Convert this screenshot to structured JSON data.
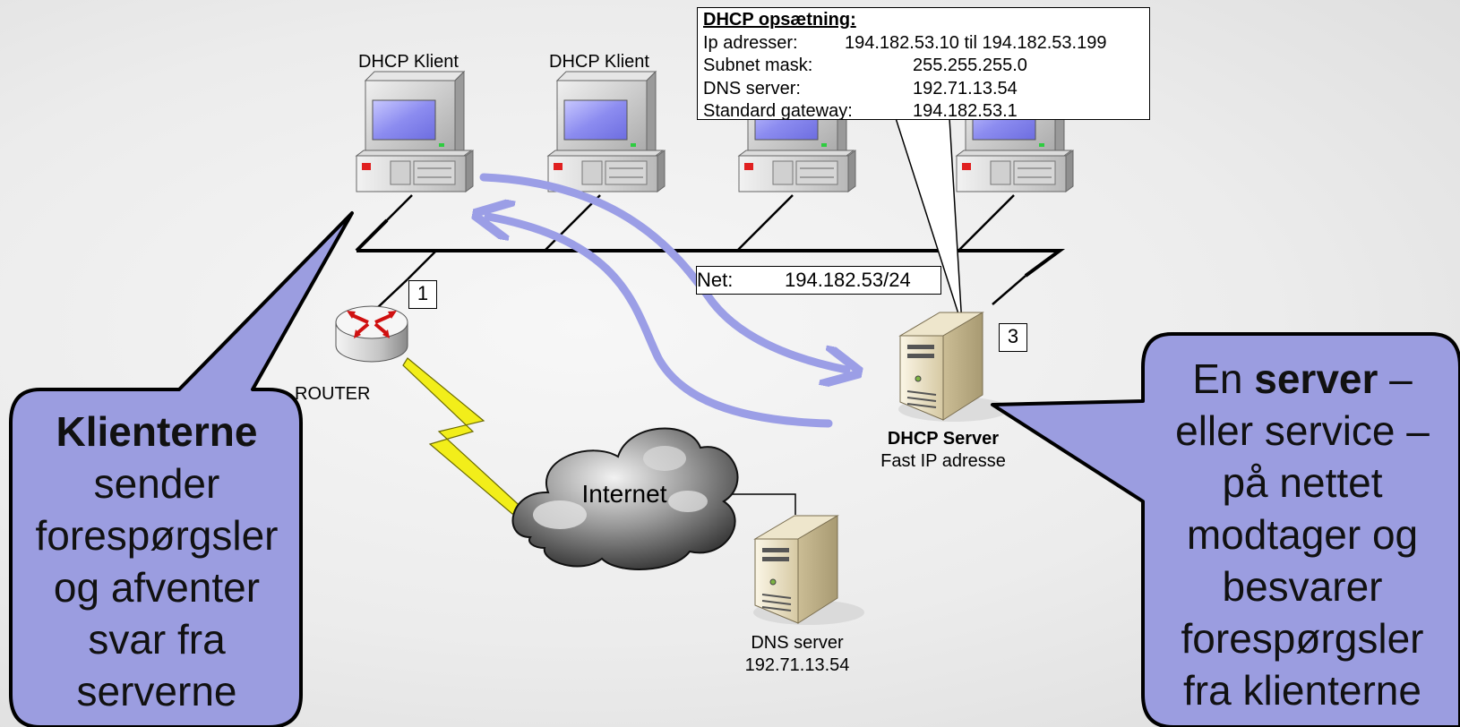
{
  "clients": [
    {
      "label": "DHCP Klient"
    },
    {
      "label": "DHCP Klient"
    }
  ],
  "dhcp_config": {
    "title": "DHCP opsætning:",
    "rows": [
      {
        "key": "Ip adresser:",
        "value": "194.182.53.10 til 194.182.53.199"
      },
      {
        "key": "Subnet mask:",
        "value": "255.255.255.0"
      },
      {
        "key": "DNS server:",
        "value": "192.71.13.54"
      },
      {
        "key": "Standard gateway:",
        "value": "194.182.53.1"
      }
    ]
  },
  "network": {
    "key": "Net:",
    "value": "194.182.53/24"
  },
  "router": {
    "label": "ROUTER",
    "marker": "1"
  },
  "dhcp_server": {
    "marker": "3",
    "name": "DHCP Server",
    "note": "Fast IP adresse"
  },
  "internet": {
    "label": "Internet"
  },
  "dns_server": {
    "name": "DNS server",
    "ip": "192.71.13.54"
  },
  "left_callout": {
    "bold": "Klienterne",
    "lines": [
      "sender",
      "forespørgsler",
      "og afventer",
      "svar fra",
      "serverne"
    ]
  },
  "right_callout": {
    "line1_pre": "En ",
    "line1_bold": "server",
    "line1_post": " –",
    "lines": [
      "eller service –",
      "på nettet",
      "modtager og",
      "besvarer",
      "forespørgsler",
      "fra klienterne"
    ]
  },
  "colors": {
    "callout_fill": "#9b9de0",
    "arrow": "#9b9ee6",
    "screen": "#8c8cf0"
  }
}
